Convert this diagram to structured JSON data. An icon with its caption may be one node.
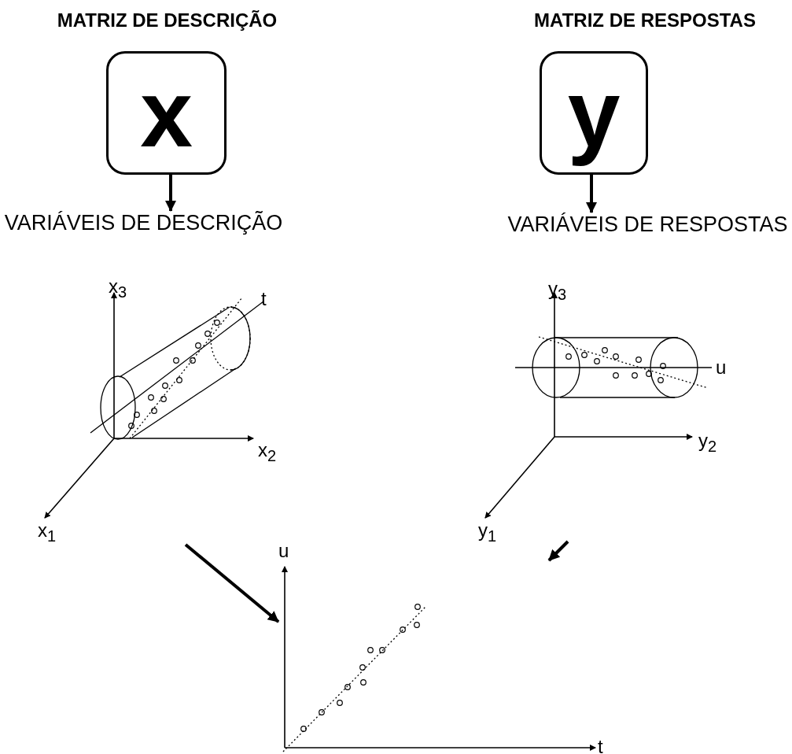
{
  "diagram": {
    "nodes": [
      {
        "text": [
          "MATRIZ DE DESCRIÇÃO",
          "x"
        ]
      },
      {
        "text": [
          "VARIÁVEIS DE DESCRIÇÃO"
        ]
      },
      {
        "text": [
          "MATRIZ DE RESPOSTAS",
          "y"
        ]
      },
      {
        "text": [
          "VARIÁVEIS DE RESPOSTAS"
        ]
      },
      {
        "text": [],
        "shape": "picture"
      },
      {
        "text": [],
        "shape": "picture"
      },
      {
        "text": [],
        "shape": "picture"
      }
    ],
    "edges": [
      {
        "from": 0,
        "to": 1,
        "arrow": "to"
      },
      {
        "from": 2,
        "to": 3,
        "arrow": "to"
      },
      {
        "from": 4,
        "to": 6,
        "arrow": "to"
      },
      {
        "from": 5,
        "to": 6,
        "arrow": "to"
      }
    ],
    "labels": [
      "x$_{3}$",
      "t",
      "y$_{3}$",
      "u",
      "x$_{2}$",
      "y$_{2}$",
      "x$_{1}$",
      "y$_{1}$",
      "u",
      "t"
    ]
  }
}
